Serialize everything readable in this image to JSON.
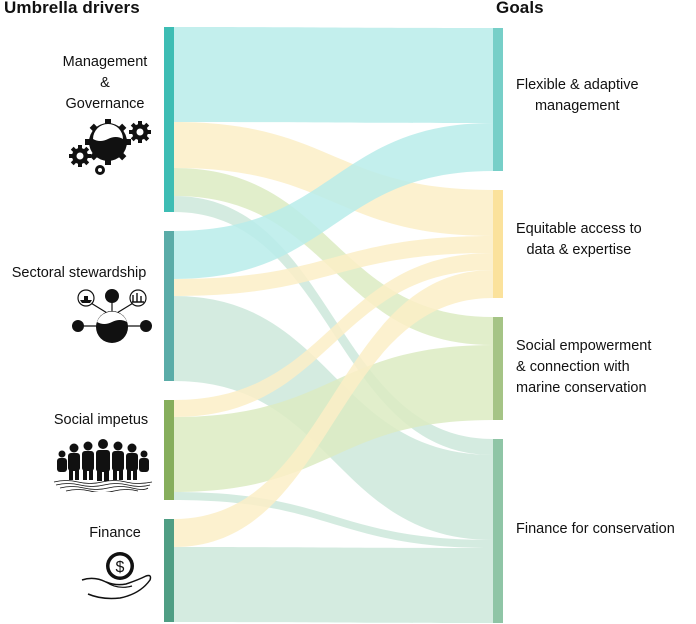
{
  "headers": {
    "left": "Umbrella drivers",
    "right": "Goals"
  },
  "sources": [
    {
      "id": "mg",
      "label_lines": [
        "Management",
        "&",
        "Governance"
      ],
      "color": "#3dbdb4",
      "icon": "gears-icon"
    },
    {
      "id": "ss",
      "label_lines": [
        "Sectoral stewardship"
      ],
      "color": "#5aaca8",
      "icon": "network-icon"
    },
    {
      "id": "si",
      "label_lines": [
        "Social impetus"
      ],
      "color": "#86ae5c",
      "icon": "people-icon"
    },
    {
      "id": "fi",
      "label_lines": [
        "Finance"
      ],
      "color": "#4f9e84",
      "icon": "money-hand-icon"
    }
  ],
  "goals": [
    {
      "id": "fam",
      "label_lines": [
        "Flexible & adaptive",
        "management"
      ],
      "color": "#77cfc8"
    },
    {
      "id": "eq",
      "label_lines": [
        "Equitable access to",
        "data & expertise"
      ],
      "color": "#fbe29c"
    },
    {
      "id": "se",
      "label_lines": [
        "Social empowerment",
        "& connection with",
        "marine conservation"
      ],
      "color": "#a5c486"
    },
    {
      "id": "fc",
      "label_lines": [
        "Finance for conservation"
      ],
      "color": "#8fc5a6"
    }
  ],
  "flow_colors": {
    "fam": "#b9ecea",
    "eq": "#fbefc7",
    "se": "#dcebc2",
    "fc": "#cde7da"
  },
  "flows": [
    {
      "source": "mg",
      "target": "fam",
      "value": 95
    },
    {
      "source": "mg",
      "target": "eq",
      "value": 46
    },
    {
      "source": "mg",
      "target": "se",
      "value": 28
    },
    {
      "source": "mg",
      "target": "fc",
      "value": 16
    },
    {
      "source": "ss",
      "target": "fam",
      "value": 48
    },
    {
      "source": "ss",
      "target": "eq",
      "value": 17
    },
    {
      "source": "ss",
      "target": "fc",
      "value": 85
    },
    {
      "source": "si",
      "target": "eq",
      "value": 17
    },
    {
      "source": "si",
      "target": "se",
      "value": 75
    },
    {
      "source": "si",
      "target": "fc",
      "value": 8
    },
    {
      "source": "fi",
      "target": "eq",
      "value": 28
    },
    {
      "source": "fi",
      "target": "fc",
      "value": 75
    }
  ]
}
